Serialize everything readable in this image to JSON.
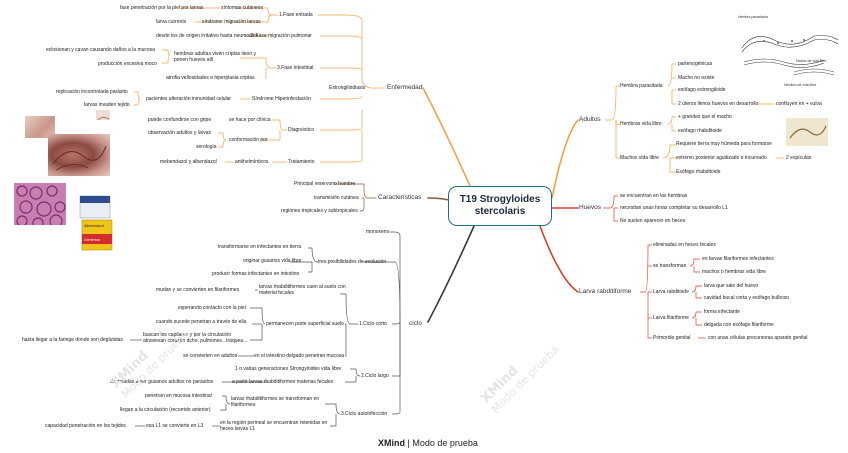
{
  "root": {
    "line1": "T19 Strogyloides",
    "line2": "stercolaris"
  },
  "branches": {
    "enfermedad": "Enfermedad",
    "caracteristicas": "Características",
    "ciclo": "ciclo",
    "adultos": "Adultos",
    "huevos": "Huevos",
    "larva": "Larva rabditiforme"
  },
  "enfermedad": {
    "estrongiloidiasis": "Estrongiloidiasis",
    "fase_entrada": "1.Fase entrada",
    "fase_entrada_items": [
      "fase penetración por la piel por larvas",
      "larva currents"
    ],
    "sintomas_cutaneos": "síntomas cutáneos",
    "sindrome_migracion": "síndrome migración larvas",
    "fase_migracion_item": "desde tos de origen irritativo hasta neumonitis",
    "fase_migracion": "2. Fase migración pulmonar",
    "fase_intestinal": "3.Fase intestinal",
    "eclosionan": "eclosionan y cavan causando daños a la mucosa",
    "produccion_moco": "producción excesiva moco",
    "hembras_adultas": "hembras adultas viven criptas ileon y ponen huevos allí",
    "atrofia": "atrofia vellosidades e hiperplasia criptas",
    "hiperinfestacion": "Síndrome Hiperinfestación",
    "replicacion": "replicación incontrolada parásito",
    "larvas_invaden": "larvas invaden tejido",
    "pacientes": "pacientes alteración inmunidad celular",
    "diagnostico": "Diagnóstico",
    "confundirse": "puede confundirse con gripe",
    "se_hace_clinica": "se hace por clínica",
    "observacion": "observación adultos y larvas",
    "serologia": "serología",
    "confirmacion": "conformación por",
    "tratamiento": "Tratamiento",
    "mebendazol": "mebendazol y albendazol",
    "antihelminticos": "antihelmínticos"
  },
  "caracteristicas": {
    "items": [
      "Principal reservorio hombre",
      "transmisión cutánea",
      "regiones tropicales y subtropicales"
    ]
  },
  "ciclo": {
    "monoxeno": "monoxeno",
    "tres_posibilidades": "tres posibilidades de evolución",
    "tres_items": [
      "transformarse en infectantes en tierra",
      "originar gusanos vida libre",
      "producir formas infectantes en intestino"
    ],
    "ciclo_corto": "1.Ciclo corto",
    "mudan": "mudan y se convierten en filariformes",
    "larvas_rhabd_caen": "larvas rhabditiformes caen al suelo con material fecales",
    "esperando": "esperando contacto con la piel",
    "cuando_sucede": "cuando sucede penetran a través de ella",
    "permanecen": "permanecen parte superficial suelo",
    "buscan": "buscan los capilares y por la circulación atraviesan corazón dcho, pulmones...tráquea...",
    "hasta_llegar": "hasta llegar a la faringe donde son deglutidas",
    "se_convierten_adultos": "se convierten en adultos",
    "en_intestino": "en el intestino delgado penetran mucosa",
    "ciclo_largo": "2.Ciclo largo",
    "generaciones": "1 o varias generaciones Strongyloides vida libre",
    "destinadas": "destinadas a ser gusanos adultos no parásitos",
    "a_partir": "a partir larvas rhabditiformes materias fecales",
    "autoinfeccion": "3.Ciclo autoinfección",
    "penetran_mucosa": "penetran en mucosa intestinal",
    "llegan_circulacion": "llegan a la circulación (recorrido anterior)",
    "larvas_rhabd_transforman": "larvas rhabditiformes se transforman en filariformes",
    "capacidad": "capacidad penetración en los tejidos",
    "esa_l1": "esa L1 se convierte en L3",
    "region_perineal": "en la región perineal se encuentran retenidas en heces larvas L1"
  },
  "adultos": {
    "hembra_parasitada": "Hembra parasitada",
    "hp_items": [
      "partenogénicas",
      "Macho no existe",
      "esófago estrongiloide",
      "2 úteros llenos huevos en desarrollo"
    ],
    "confluyen": "confluyen en + vulva",
    "hembra_vida_libre": "Hembras vida libre",
    "hvl_items": [
      "+ grandes que el macho",
      "esófago rhabditoide"
    ],
    "machos_vida_libre": "Machos vida libre",
    "mvl_items": [
      "Requiere tierra muy húmeda para formarse",
      "extremo posterior agudizado e incurvado",
      "Esófago rhabditoide"
    ],
    "espiculas": "2 espículas"
  },
  "huevos": {
    "items": [
      "se encuentran en las hembras",
      "necesitan unas horas completar su desarrollo L1",
      "No suelen aparecer en heces"
    ]
  },
  "larva": {
    "eliminadas": "eliminadas en heces fecales",
    "se_transforman": "se transforman",
    "st_items": [
      "en larvas filariformes infectantes",
      "machos o hembras vida libre"
    ],
    "rabditoide": "Larva rabditoide",
    "rab_items": [
      "larva que sale del huevo",
      "cavidad bucal corta y esófago bulboso"
    ],
    "filariforme": "Larva filariforme",
    "fil_items": [
      "forma infectante",
      "delgada con esófago filariforme"
    ],
    "primordio": "Primordio genital",
    "celulas": "con unas células precursoras aparato genital"
  },
  "worm_figure_labels": {
    "hembra": "Hembra parasitaria",
    "macho": "Macho de vida libre",
    "hembra_libre": "Hembra de vida libre"
  },
  "pill_box": {
    "brand": "Albendazol",
    "generic": "Genérico"
  },
  "watermark": {
    "brand": "XMind",
    "text": "Modo de prueba"
  },
  "footer": {
    "brand": "XMind",
    "text": "Modo de prueba"
  },
  "colors": {
    "enfermedad": "#f3a14a",
    "caracteristicas": "#8a5a3a",
    "ciclo": "#3a3a3a",
    "adultos": "#f0a03a",
    "huevos": "#d8402a",
    "larva": "#d8402a",
    "root_border": "#1d6f8a"
  }
}
